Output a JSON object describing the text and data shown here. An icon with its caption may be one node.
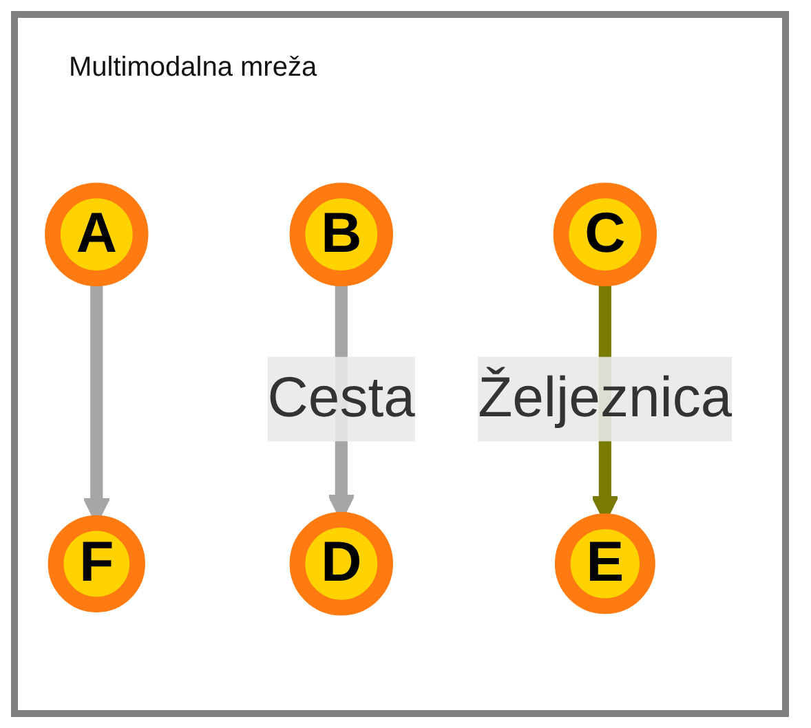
{
  "diagram": {
    "title": "Multimodalna mreža",
    "nodes": [
      {
        "text": [
          "A"
        ]
      },
      {
        "text": [
          "B"
        ]
      },
      {
        "text": [
          "C"
        ]
      },
      {
        "text": [
          "D"
        ]
      },
      {
        "text": [
          "E"
        ]
      },
      {
        "text": [
          "F"
        ]
      }
    ],
    "edges": [
      {
        "from": 0,
        "to": 5,
        "arrow": "to"
      },
      {
        "from": 1,
        "to": 3,
        "arrow": "to",
        "label": "Cesta"
      },
      {
        "from": 2,
        "to": 4,
        "arrow": "to",
        "label": "Željeznica",
        "color": "#7a7a00"
      }
    ]
  }
}
